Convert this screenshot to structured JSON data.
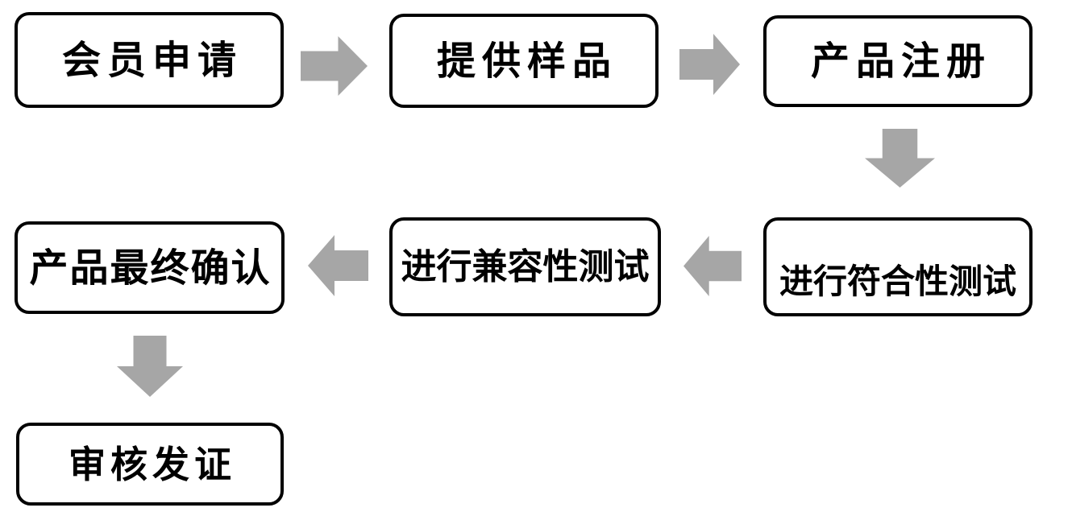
{
  "diagram": {
    "type": "flowchart",
    "background_color": "#ffffff",
    "box_border_color": "#000000",
    "box_fill_color": "#ffffff",
    "text_color": "#000000",
    "arrow_color": "#a6a6a6",
    "nodes": [
      {
        "label": "会员申请"
      },
      {
        "label": "提供样品"
      },
      {
        "label": "产品注册"
      },
      {
        "label": "进行符合性测试"
      },
      {
        "label": "进行兼容性测试"
      },
      {
        "label": "产品最终确认"
      },
      {
        "label": "审核发证"
      }
    ],
    "connections": [
      {
        "from": "会员申请",
        "to": "提供样品",
        "direction": "right"
      },
      {
        "from": "提供样品",
        "to": "产品注册",
        "direction": "right"
      },
      {
        "from": "产品注册",
        "to": "进行符合性测试",
        "direction": "down"
      },
      {
        "from": "进行符合性测试",
        "to": "进行兼容性测试",
        "direction": "left"
      },
      {
        "from": "进行兼容性测试",
        "to": "产品最终确认",
        "direction": "left"
      },
      {
        "from": "产品最终确认",
        "to": "审核发证",
        "direction": "down"
      }
    ]
  }
}
